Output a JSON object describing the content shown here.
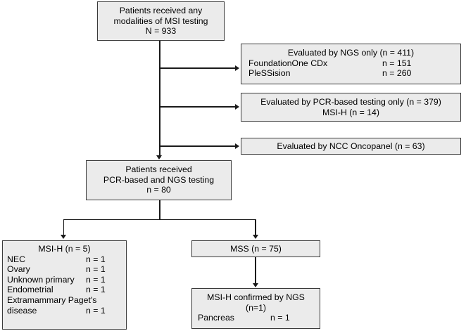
{
  "diagram": {
    "title": "MSI testing patient flow diagram",
    "box_fill": "#ebebeb",
    "box_border": "#3a3a3a",
    "connector_color": "#1a1a1a"
  },
  "nodes": {
    "root": {
      "lines": [
        "Patients received any",
        "modalities of MSI testing",
        "N = 933"
      ]
    },
    "ngs_only": {
      "heading": "Evaluated by NGS only (n = 411)",
      "rows": [
        {
          "label": "FoundationOne CDx",
          "value": "n = 151"
        },
        {
          "label": "PleSSision",
          "value": "n = 260"
        }
      ]
    },
    "pcr_only": {
      "lines": [
        "Evaluated by PCR-based testing only (n = 379)",
        "MSI-H (n = 14)"
      ]
    },
    "ncc_oncopanel": {
      "lines": [
        "Evaluated by NCC Oncopanel (n = 63)"
      ]
    },
    "both_testing": {
      "lines": [
        "Patients received",
        "PCR-based and NGS testing",
        "n = 80"
      ]
    },
    "msi_h": {
      "heading": "MSI-H (n = 5)",
      "rows": [
        {
          "label": "NEC",
          "value": "n = 1"
        },
        {
          "label": "Ovary",
          "value": "n = 1"
        },
        {
          "label": "Unknown primary",
          "value": "n = 1"
        },
        {
          "label": "Endometrial",
          "value": "n = 1"
        },
        {
          "label": "Extramammary Paget's",
          "value": ""
        },
        {
          "label": "disease",
          "value": "n = 1"
        }
      ]
    },
    "mss": {
      "lines": [
        "MSS (n = 75)"
      ]
    },
    "msi_h_confirmed": {
      "headings": [
        "MSI-H confirmed by NGS",
        "(n=1)"
      ],
      "rows": [
        {
          "label": "Pancreas",
          "value": "n = 1"
        }
      ]
    }
  }
}
